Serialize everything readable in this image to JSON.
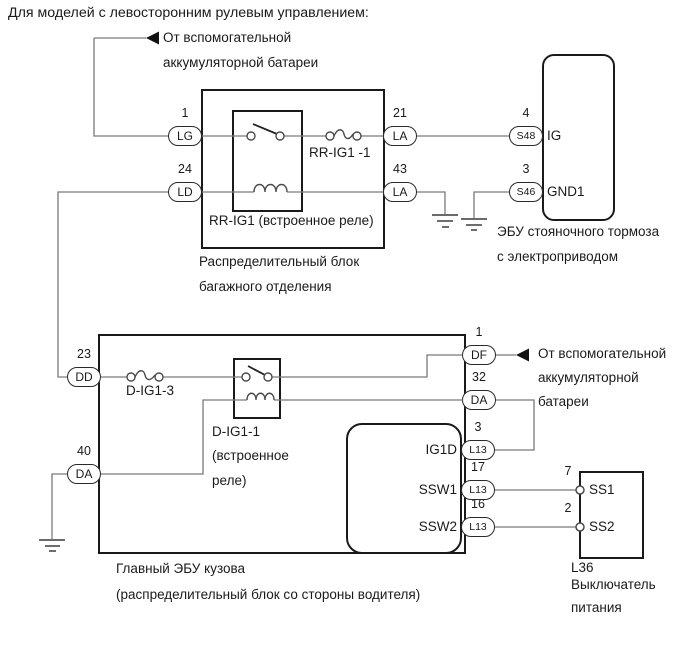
{
  "title": "Для моделей с левосторонним рулевым управлением:",
  "annotations": {
    "from_aux_battery_top": {
      "line1": "От вспомогательной",
      "line2": "аккумуляторной батареи"
    },
    "from_aux_battery_right": {
      "line1": "От вспомогательной",
      "line2": "аккумуляторной",
      "line3": "батареи"
    }
  },
  "luggage_block": {
    "name_line1": "Распределительный блок",
    "name_line2": "багажного отделения",
    "relay_label": "RR-IG1 (встроенное реле)",
    "fuse_label": "RR-IG1 -1",
    "pins": {
      "lg": {
        "num": "1",
        "code": "LG"
      },
      "ld": {
        "num": "24",
        "code": "LD"
      },
      "la_21": {
        "num": "21",
        "code": "LA"
      },
      "la_43": {
        "num": "43",
        "code": "LA"
      }
    }
  },
  "parking_brake_ecu": {
    "name_line1": "ЭБУ стояночного тормоза",
    "name_line2": "с электроприводом",
    "pins": {
      "s48": {
        "num": "4",
        "code": "S48",
        "signal": "IG"
      },
      "s46": {
        "num": "3",
        "code": "S46",
        "signal": "GND1"
      }
    }
  },
  "main_body_ecu": {
    "name_line1": "Главный ЭБУ кузова",
    "name_line2": "(распределительный блок со стороны водителя)",
    "fuse_label": "D-IG1-3",
    "relay_label_line1": "D-IG1-1",
    "relay_label_line2": "(встроенное",
    "relay_label_line3": "реле)",
    "pins": {
      "dd": {
        "num": "23",
        "code": "DD"
      },
      "da_40": {
        "num": "40",
        "code": "DA"
      },
      "df": {
        "num": "1",
        "code": "DF"
      },
      "da_32": {
        "num": "32",
        "code": "DA"
      },
      "ig1d": {
        "num": "3",
        "code": "L13",
        "signal": "IG1D"
      },
      "ssw1": {
        "num": "17",
        "code": "L13",
        "signal": "SSW1"
      },
      "ssw2": {
        "num": "16",
        "code": "L13",
        "signal": "SSW2"
      }
    }
  },
  "power_switch": {
    "code": "L36",
    "name_line1": "Выключатель",
    "name_line2": "питания",
    "pins": {
      "ss1": {
        "num": "7",
        "signal": "SS1"
      },
      "ss2": {
        "num": "2",
        "signal": "SS2"
      }
    }
  },
  "colors": {
    "wire": "#7a7a7a",
    "outline": "#1a1a1a",
    "background": "#ffffff",
    "text": "#1a1a1a"
  }
}
